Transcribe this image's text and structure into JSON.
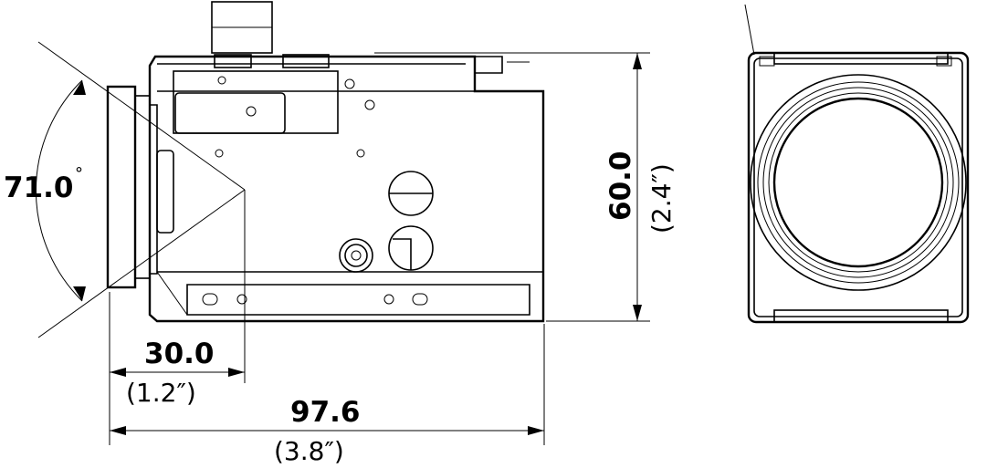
{
  "dimensions": {
    "angle": {
      "value": "71.0",
      "unit_symbol": "°"
    },
    "focal_offset": {
      "metric": "30.0",
      "imperial": "(1.2″)"
    },
    "total_length": {
      "metric": "97.6",
      "imperial": "(3.8″)"
    },
    "height": {
      "metric": "60.0",
      "imperial": "(2.4″)"
    }
  },
  "views": [
    "side-view",
    "front-view"
  ]
}
